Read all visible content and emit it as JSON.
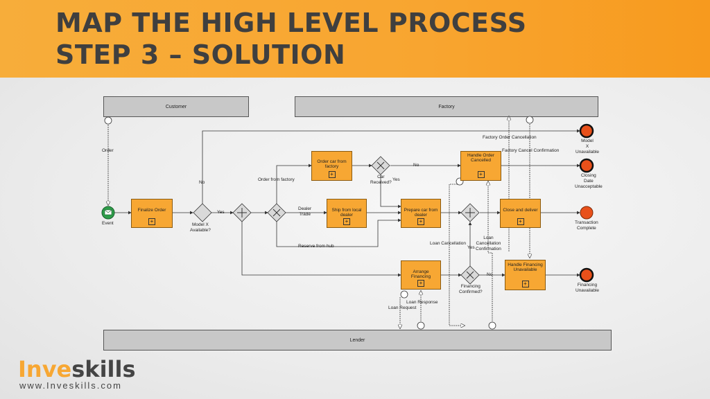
{
  "slide": {
    "title_line1": "MAP THE HIGH LEVEL PROCESS",
    "title_line2": "STEP 3 – SOLUTION"
  },
  "colors": {
    "accent": "#f7a733",
    "task_fill": "#f7a733",
    "gateway_fill": "#d9d9d9",
    "end_fill": "#e8501a",
    "start_fill": "#2e9e4a"
  },
  "pools": {
    "customer": "Customer",
    "factory": "Factory",
    "lender": "Lender"
  },
  "events": {
    "start": "Event",
    "end_model_x": "Model\nX\nUnavailable",
    "end_closing": "Closing\nDate\nUnacceptable",
    "end_transaction": "Transaction\nComplete",
    "end_financing": "Financing\nUnavailable"
  },
  "tasks": {
    "finalize_order": "Finalize Order",
    "order_car_factory": "Order car from factory",
    "ship_local_dealer": "Ship from local dealer",
    "prepare_car": "Prepare car from dealer",
    "arrange_financing": "Arrange Financing",
    "handle_order_cancelled": "Handle Order Cancelled",
    "close_deliver": "Close and deliver",
    "handle_financing_unavailable": "Handle Financing Unavailable"
  },
  "gateways": {
    "model_x_available": "Model X\nAvailable?",
    "car_received": "Car\nReceived?",
    "financing_confirmed": "Financing\nConfirmed?"
  },
  "flow_labels": {
    "order": "Order",
    "no_model": "No",
    "yes_model": "Yes",
    "order_from_factory": "Order from factory",
    "dealer_trade": "Dealer\nTrade",
    "reserve_from_hub": "Reserve from hub",
    "no_car": "No",
    "yes_car": "Yes",
    "factory_order_cancellation": "Factory Order Cancellation",
    "factory_cancel_confirmation": "Factory Cancel Confirmation",
    "loan_cancellation": "Loan Cancellation",
    "loan_cancellation_confirmation": "Loan\nCancellation\nConfirmation",
    "yes_financing": "Yes",
    "no_financing": "No",
    "loan_request": "Loan Request",
    "loan_response": "Loan Response"
  },
  "brand": {
    "name_part1": "Inve",
    "name_part2": "skills",
    "website": "www.Inveskills.com"
  }
}
